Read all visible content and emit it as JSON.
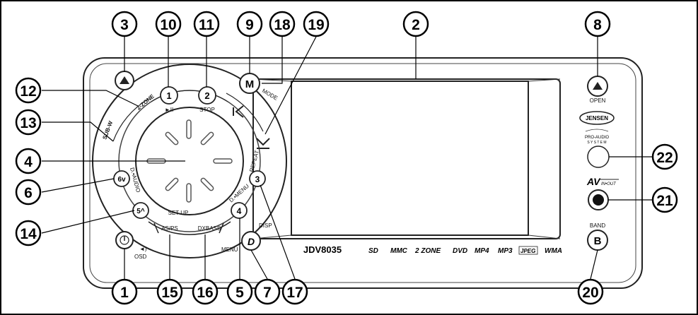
{
  "device": {
    "model": "JDV8035",
    "brand": "JENSEN",
    "proaudio_line1": "PRO-AUDIO",
    "proaudio_line2": "S Y S T E M",
    "av_logo": "AV",
    "av_sub": "IN•OUT",
    "media_logos": [
      "SD",
      "MMC",
      "2 ZONE",
      "DVD",
      "MP4",
      "MP3",
      "JPEG",
      "WMA"
    ]
  },
  "buttons": {
    "b1_label": "1",
    "b2_label": "2",
    "b3_label": "3",
    "b4_label": "4",
    "b5_label": "5^",
    "b6_label": "6v",
    "mode_key": "M",
    "band_key": "B",
    "disp_key": "D",
    "open_symbol": "▲"
  },
  "labels": {
    "play_pause": "►II",
    "stop": "STOP",
    "mode": "MODE",
    "open": "OPEN",
    "band": "BAND",
    "repeat": "REPEAT",
    "d_menu": "D.•MENU",
    "d_audio": "D.•AUDIO",
    "setup": "SET UP",
    "as_ps": "AS/PS",
    "dxbass": "DXBASS",
    "osd": "OSD",
    "menu": "MENU",
    "disp": "DISP",
    "two_zone": "2-ZONE",
    "sub_w": "SUB-W"
  },
  "callouts": [
    "1",
    "2",
    "3",
    "4",
    "5",
    "6",
    "7",
    "8",
    "9",
    "10",
    "11",
    "12",
    "13",
    "14",
    "15",
    "16",
    "17",
    "18",
    "19",
    "20",
    "21",
    "22"
  ]
}
